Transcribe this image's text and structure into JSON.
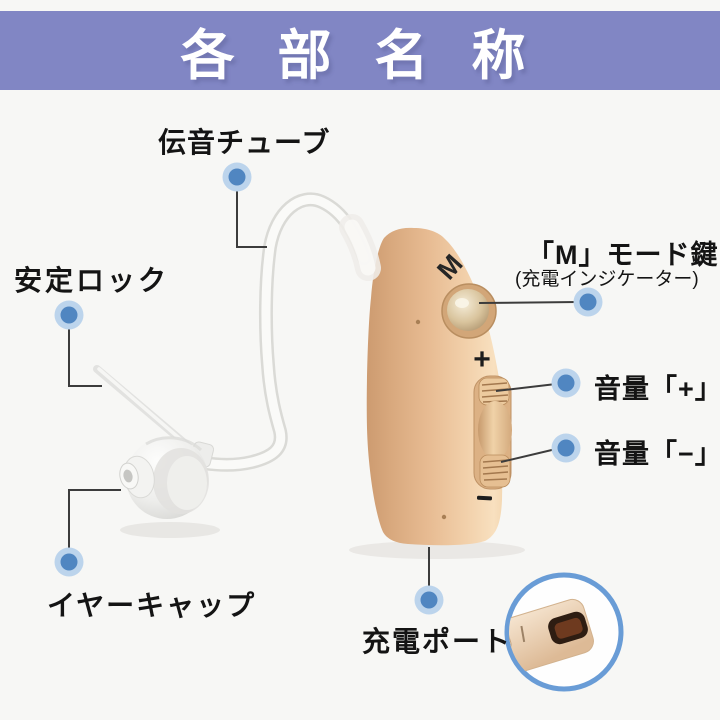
{
  "header": {
    "title": "各 部 名 称",
    "bg_color": "#8186c4",
    "text_color": "#ffffff"
  },
  "labels": {
    "sound_tube": "伝音チューブ",
    "stability_lock": "安定ロック",
    "ear_cap": "イヤーキャップ",
    "mode_key": "「M」モード鍵",
    "mode_key_sub": "(充電インジケーター)",
    "volume_plus": "音量「+」",
    "volume_minus": "音量「−」",
    "charge_port": "充電ポート"
  },
  "device_marks": {
    "mode": "M",
    "plus": "+",
    "minus": "−"
  },
  "colors": {
    "banner": "#8186c4",
    "callout_dot": "#5086c1",
    "callout_ring": "#bcd4ec",
    "callout_line": "#3c3c3c",
    "body_beige": "#e7bb92",
    "inset_ring": "#699cd6"
  }
}
